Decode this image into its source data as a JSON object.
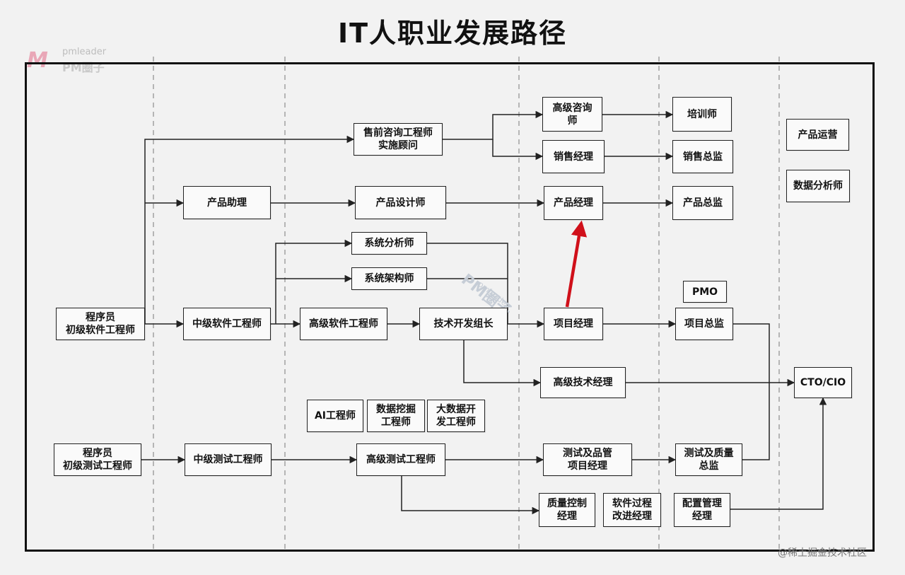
{
  "title": "IT人职业发展路径",
  "watermark": {
    "text_en": "pmleader",
    "text_cn": "PM圈子"
  },
  "credit": "@稀土掘金技术社区",
  "nodes": [
    {
      "id": "jr-software",
      "label": "程序员\n初级软件工程师"
    },
    {
      "id": "jr-test",
      "label": "程序员\n初级测试工程师"
    },
    {
      "id": "product-asst",
      "label": "产品助理"
    },
    {
      "id": "mid-software",
      "label": "中级软件工程师"
    },
    {
      "id": "mid-test",
      "label": "中级测试工程师"
    },
    {
      "id": "presales",
      "label": "售前咨询工程师\n实施顾问"
    },
    {
      "id": "product-design",
      "label": "产品设计师"
    },
    {
      "id": "sys-analyst",
      "label": "系统分析师"
    },
    {
      "id": "sys-architect",
      "label": "系统架构师"
    },
    {
      "id": "sr-software",
      "label": "高级软件工程师"
    },
    {
      "id": "tech-lead",
      "label": "技术开发组长"
    },
    {
      "id": "ai-eng",
      "label": "AI工程师"
    },
    {
      "id": "data-mining",
      "label": "数据挖掘\n工程师"
    },
    {
      "id": "bigdata-dev",
      "label": "大数据开\n发工程师"
    },
    {
      "id": "sr-test",
      "label": "高级测试工程师"
    },
    {
      "id": "sr-consult",
      "label": "高级咨询\n师"
    },
    {
      "id": "sales-mgr",
      "label": "销售经理"
    },
    {
      "id": "product-mgr",
      "label": "产品经理"
    },
    {
      "id": "project-mgr",
      "label": "项目经理"
    },
    {
      "id": "sr-tech-mgr",
      "label": "高级技术经理"
    },
    {
      "id": "qa-pm",
      "label": "测试及品管\n项目经理"
    },
    {
      "id": "qc-mgr",
      "label": "质量控制\n经理"
    },
    {
      "id": "process-mgr",
      "label": "软件过程\n改进经理"
    },
    {
      "id": "trainer",
      "label": "培训师"
    },
    {
      "id": "sales-dir",
      "label": "销售总监"
    },
    {
      "id": "product-dir",
      "label": "产品总监"
    },
    {
      "id": "pmo",
      "label": "PMO"
    },
    {
      "id": "project-dir",
      "label": "项目总监"
    },
    {
      "id": "qa-dir",
      "label": "测试及质量\n总监"
    },
    {
      "id": "config-mgr",
      "label": "配置管理\n经理"
    },
    {
      "id": "product-ops",
      "label": "产品运营"
    },
    {
      "id": "data-analyst",
      "label": "数据分析师"
    },
    {
      "id": "cto",
      "label": "CTO/CIO"
    }
  ],
  "colors": {
    "highlight_arrow": "#d0101a",
    "line": "#222222",
    "divider": "#b5b5b5"
  }
}
